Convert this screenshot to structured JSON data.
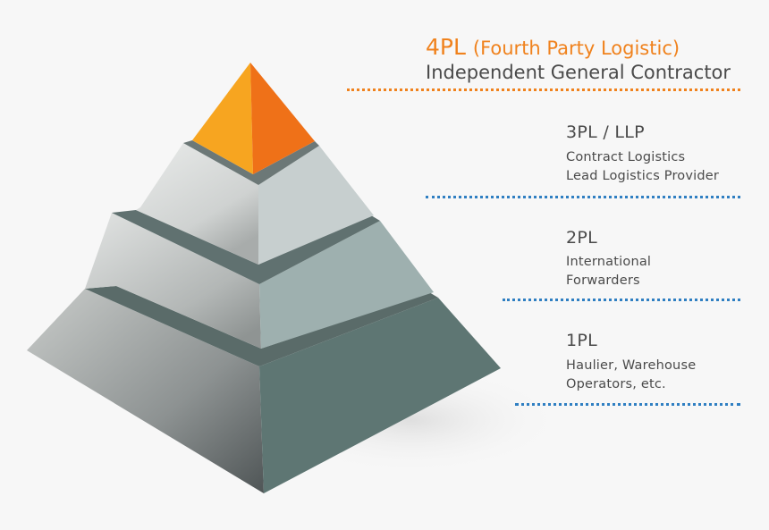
{
  "levels": {
    "4pl": {
      "title": "4PL",
      "subtitle": "(Fourth Party Logistic)",
      "description": "Independent General Contractor",
      "color": "#f0821d"
    },
    "3pl": {
      "title": "3PL / LLP",
      "line1": "Contract Logistics",
      "line2": "Lead Logistics Provider"
    },
    "2pl": {
      "title": "2PL",
      "line1": "International",
      "line2": "Forwarders"
    },
    "1pl": {
      "title": "1PL",
      "line1": "Haulier, Warehouse",
      "line2": "Operators, etc."
    }
  },
  "colors": {
    "background": "#f7f7f7",
    "accent_orange": "#f0821d",
    "accent_blue": "#2f7fc2",
    "text": "#4a4a4a"
  }
}
